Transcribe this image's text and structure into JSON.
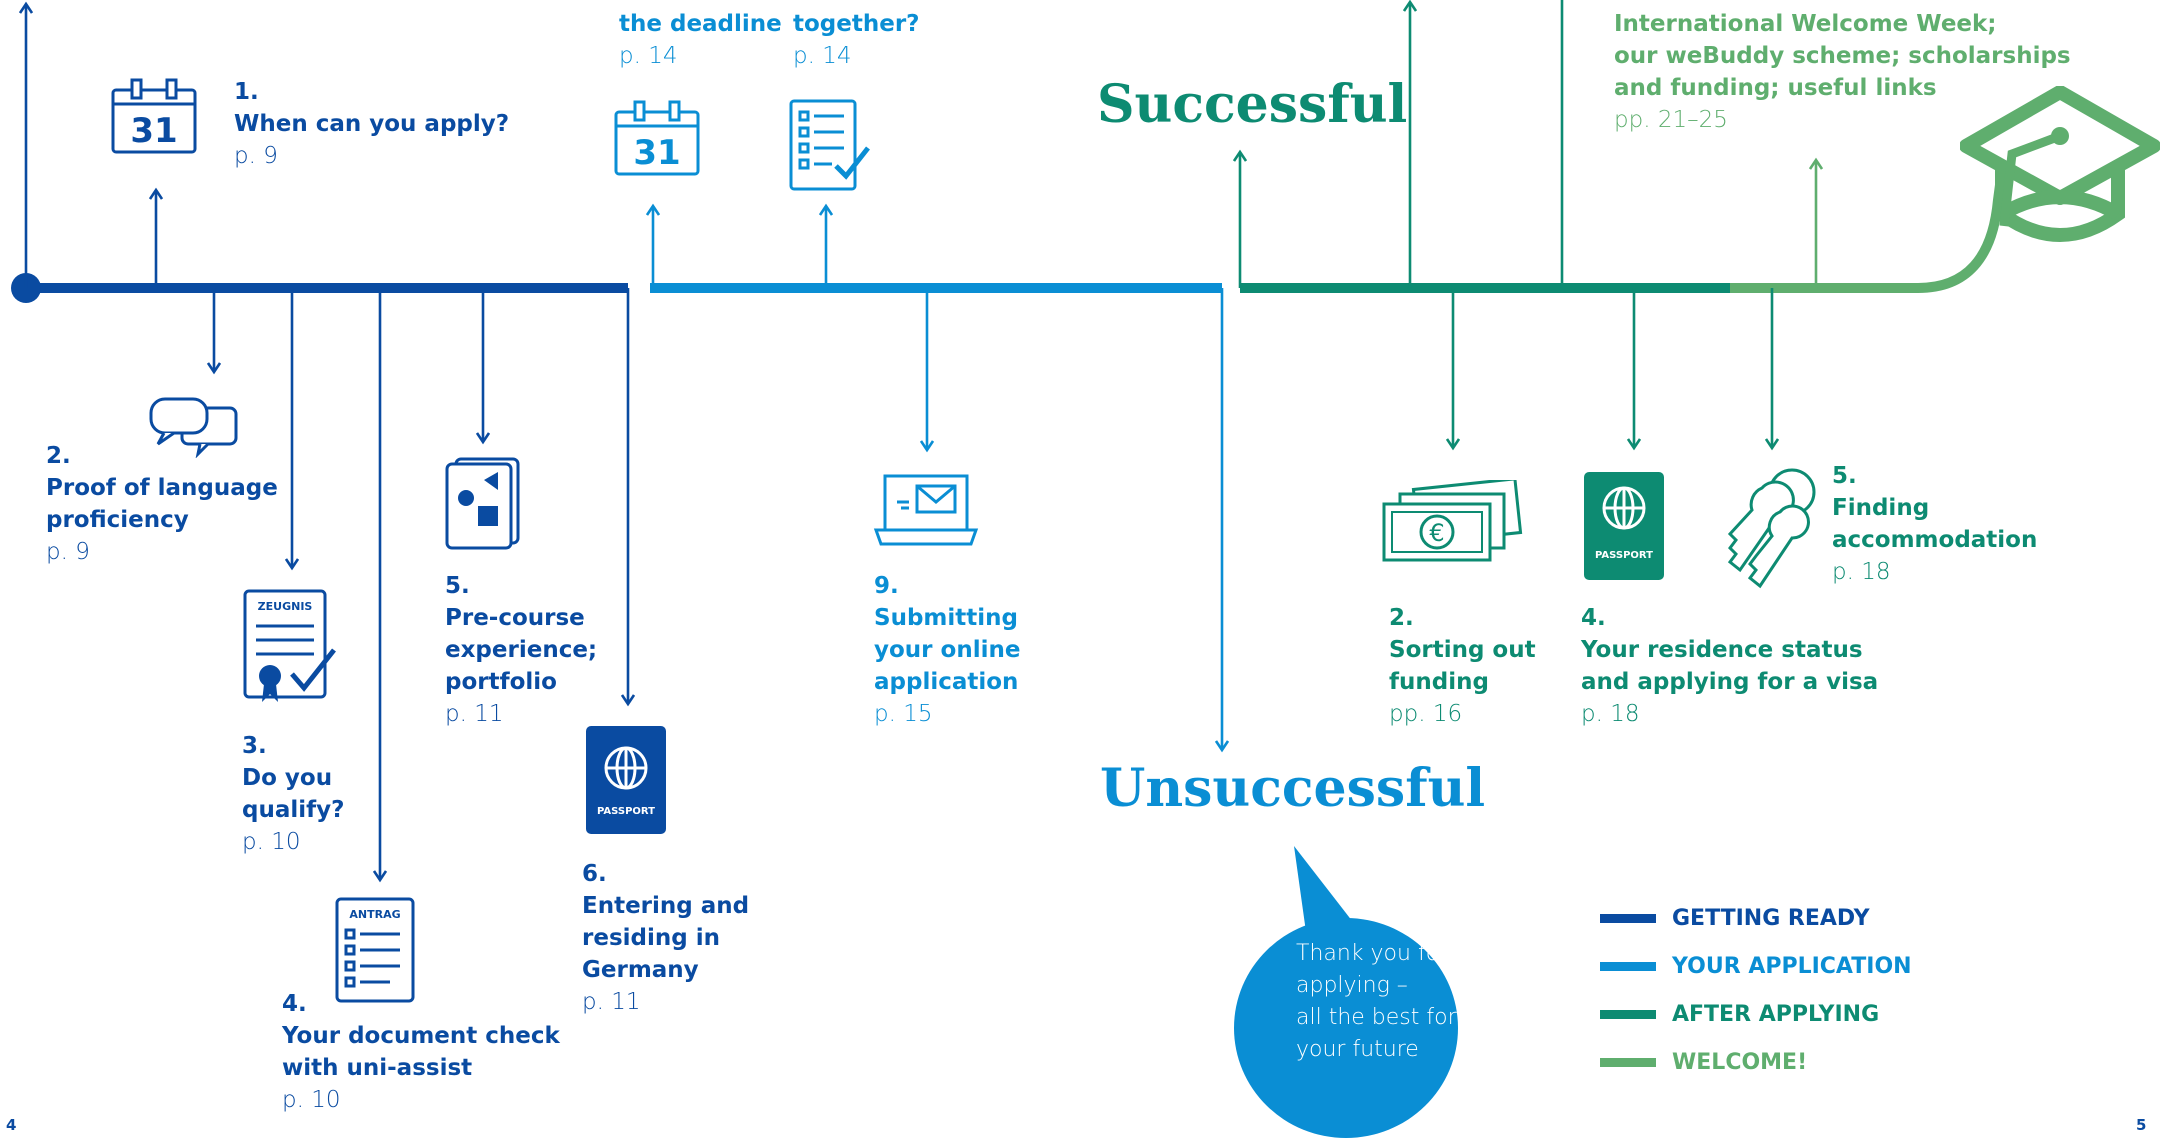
{
  "colors": {
    "getting_ready": "#0a4ba1",
    "your_application": "#0a8ed4",
    "after_applying": "#0d8b72",
    "welcome": "#5fae6e"
  },
  "getting_ready": {
    "step1": {
      "num": "1.",
      "title": "When can you apply?",
      "page": "p. 9"
    },
    "step2": {
      "num": "2.",
      "title": "Proof of language\nproficiency",
      "page": "p. 9"
    },
    "step3": {
      "num": "3.",
      "title": "Do you\nqualify?",
      "page": "p. 10"
    },
    "step4": {
      "num": "4.",
      "title": "Your document check\nwith uni-assist",
      "page": "p. 10"
    },
    "step5": {
      "num": "5.",
      "title": "Pre-course\nexperience;\nportfolio",
      "page": "p. 11"
    },
    "step6": {
      "num": "6.",
      "title": "Entering and\nresiding in\nGermany",
      "page": "p. 11"
    }
  },
  "your_application": {
    "step7": {
      "title": "the deadline",
      "page": "p. 14"
    },
    "step8": {
      "title": "together?",
      "page": "p. 14"
    },
    "step9": {
      "num": "9.",
      "title": "Submitting\nyour online\napplication",
      "page": "p. 15"
    }
  },
  "outcomes": {
    "successful": "Successful",
    "unsuccessful": "Unsuccessful"
  },
  "bubble_text": "Thank you for\napplying –\nall the best for\nyour future",
  "after_applying": {
    "step2": {
      "num": "2.",
      "title": "Sorting out\nfunding",
      "page": "pp. 16"
    },
    "step4": {
      "num": "4.",
      "title": "Your residence status\nand applying for a visa",
      "page": "p. 18"
    },
    "step5": {
      "num": "5.",
      "title": "Finding\naccommodation",
      "page": "p. 18"
    }
  },
  "welcome": {
    "text": "International Welcome Week;\nour weBuddy scheme; scholarships\nand funding; useful links",
    "page": "pp. 21–25"
  },
  "icons": {
    "calendar_number": "31",
    "zeugnis_label": "ZEUGNIS",
    "antrag_label": "ANTRAG",
    "passport_label": "PASSPORT",
    "euro_symbol": "€"
  },
  "legend": [
    {
      "label": "GETTING READY",
      "color": "#0a4ba1"
    },
    {
      "label": "YOUR APPLICATION",
      "color": "#0a8ed4"
    },
    {
      "label": "AFTER APPLYING",
      "color": "#0d8b72"
    },
    {
      "label": "WELCOME!",
      "color": "#5fae6e"
    }
  ],
  "page_numbers": {
    "left": "4",
    "right": "5"
  }
}
